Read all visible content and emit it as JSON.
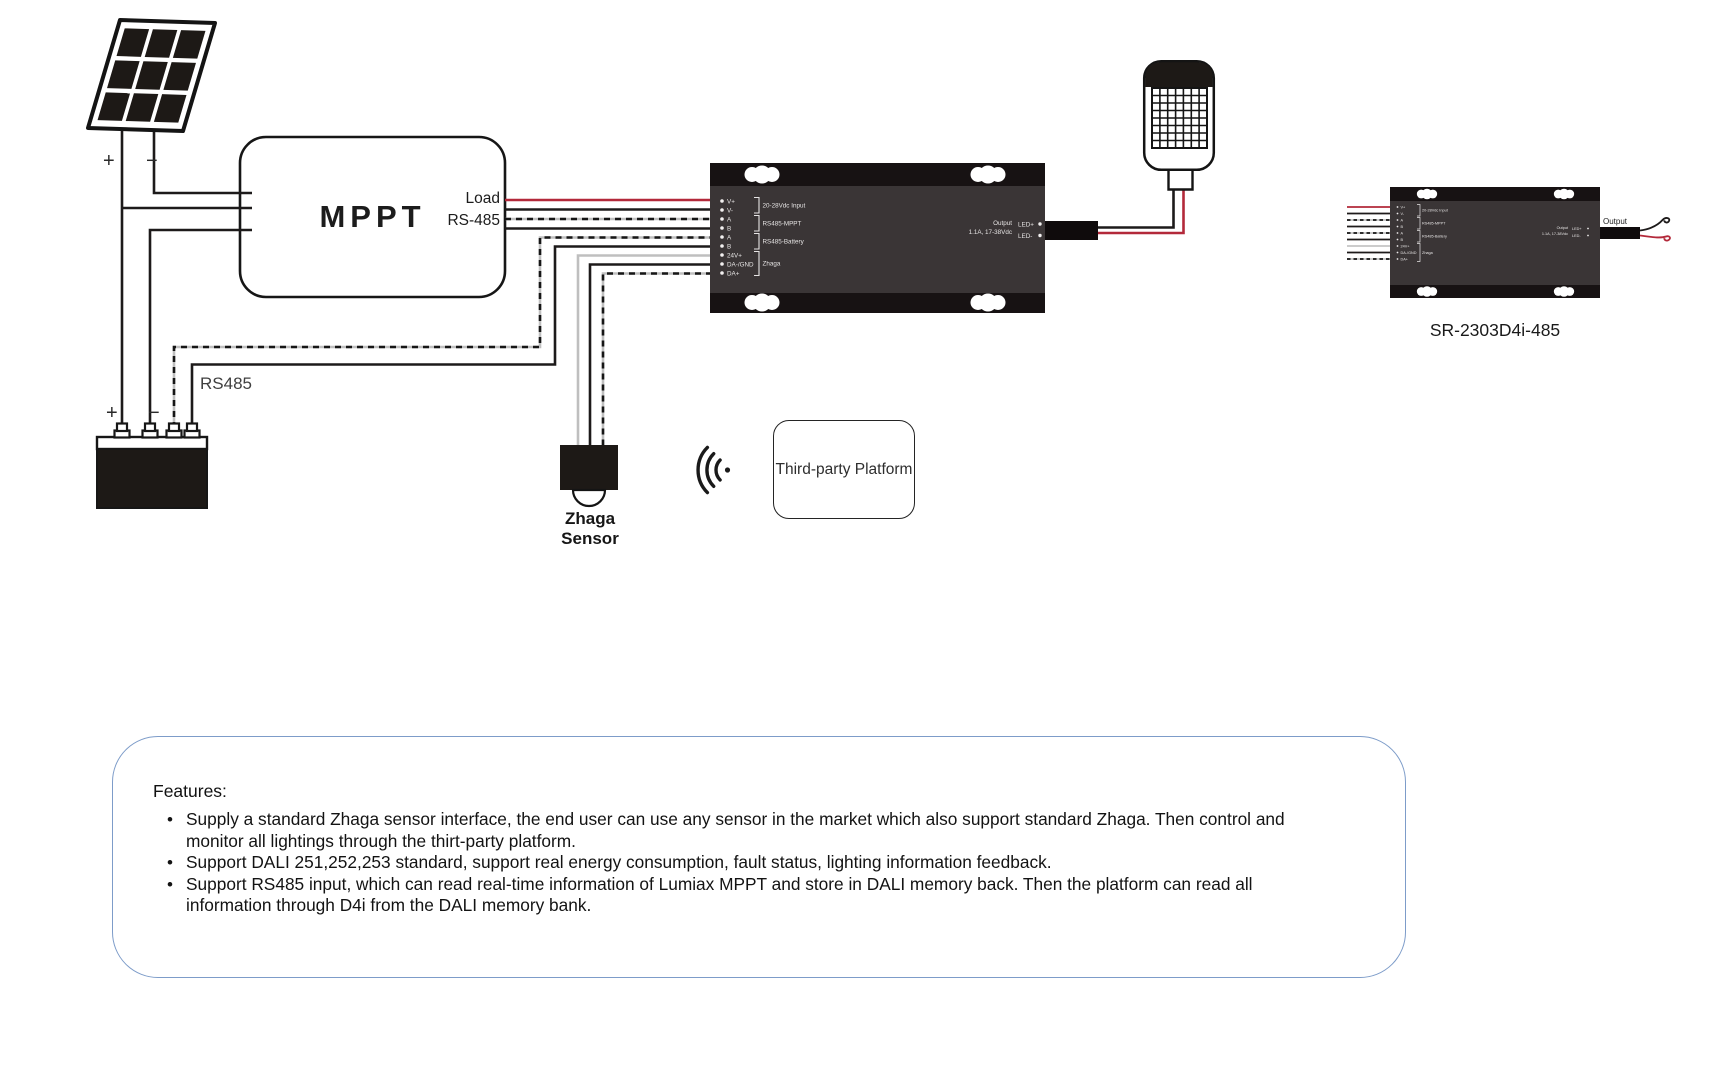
{
  "colors": {
    "wire_red": "#b3293a",
    "wire_gray": "#bfbfbf",
    "device_body": "#3a3536",
    "device_bar": "#171213",
    "features_border": "#7d9cc9"
  },
  "solar_panel": {
    "plus": "+",
    "minus": "−"
  },
  "mppt": {
    "title": "MPPT",
    "load_label": "Load",
    "rs485_label": "RS-485"
  },
  "rs485_bus_label": "RS485",
  "battery": {
    "plus": "+",
    "minus": "−"
  },
  "controller": {
    "terminals": [
      "V+",
      "V-",
      "A",
      "B",
      "A",
      "B",
      "24V+",
      "DA-/GND",
      "DA+"
    ],
    "groups": [
      "20-28Vdc Input",
      "RS485-MPPT",
      "RS485-Battery",
      "Zhaga"
    ],
    "output_label": "Output",
    "output_rating": "1.1A, 17-38Vdc",
    "led_plus": "LED+",
    "led_minus": "LED-"
  },
  "mini_controller": {
    "cable_label": "Output",
    "model": "SR-2303D4i-485"
  },
  "zhaga_sensor": {
    "label": "Zhaga Sensor"
  },
  "platform": {
    "label": "Third-party Platform"
  },
  "features": {
    "title": "Features:",
    "items": [
      [
        "Supply a standard Zhaga sensor interface, the end user can use any sensor in the market which also support standard Zhaga. Then control and",
        "monitor all lightings through the thirt-party platform."
      ],
      [
        "Support DALI 251,252,253 standard, support real energy consumption, fault status, lighting information feedback."
      ],
      [
        "Support RS485 input, which can read real-time information of Lumiax MPPT and store in DALI memory back. Then the platform can read all",
        "information through D4i from the DALI memory bank."
      ]
    ]
  }
}
